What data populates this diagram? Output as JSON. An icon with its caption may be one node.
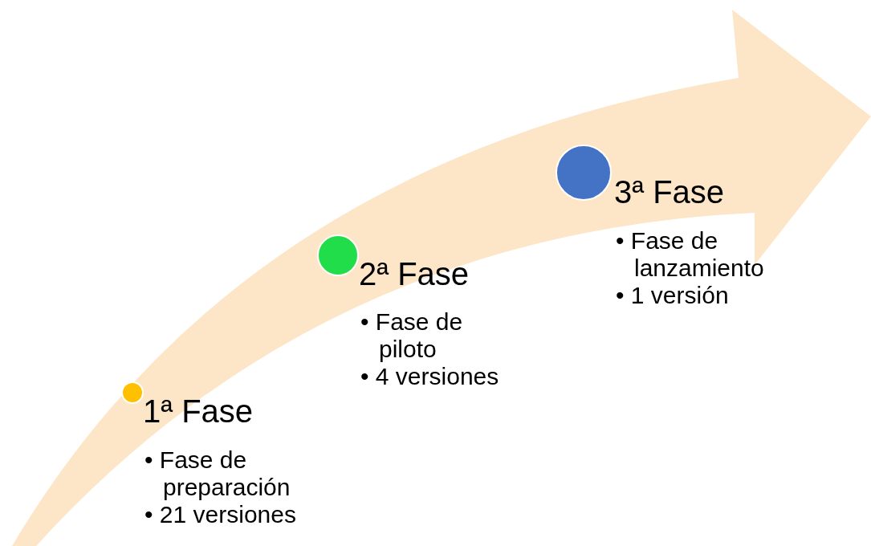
{
  "diagram": {
    "nodes": [
      {
        "text": [],
        "shape": "circle",
        "beside": [
          "1ª Fase",
          "• Fase de preparación",
          "• 21 versiones"
        ]
      },
      {
        "text": [],
        "shape": "circle",
        "beside": [
          "2ª Fase",
          "• Fase de piloto",
          "• 4 versiones"
        ]
      },
      {
        "text": [],
        "shape": "circle",
        "beside": [
          "3ª Fase",
          "• Fase de lanzamiento",
          "• 1 versión"
        ]
      }
    ],
    "edges": []
  }
}
